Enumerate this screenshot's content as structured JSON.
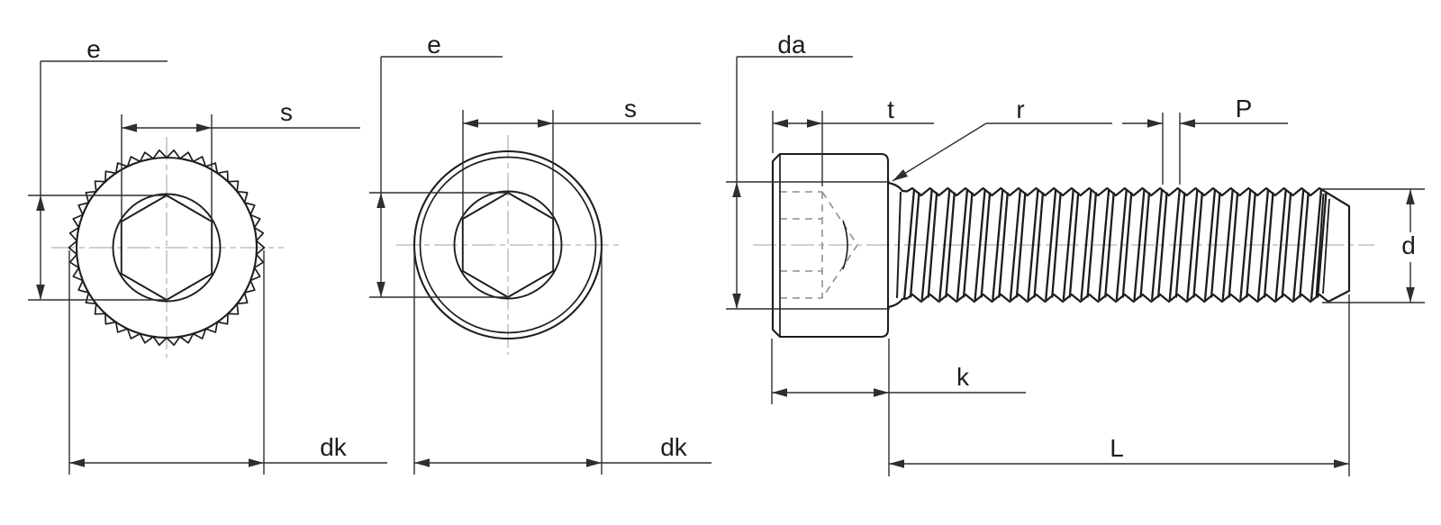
{
  "palette": {
    "background": "#ffffff",
    "outline": "#1d1d1d",
    "dimension": "#2e2e2e",
    "centerline": "#b4b4b4",
    "hidden": "#8f8f8f"
  },
  "views": {
    "knurled_end_view": {
      "e": "e",
      "s": "s",
      "dk": "dk"
    },
    "plain_end_view": {
      "e": "e",
      "s": "s",
      "dk": "dk"
    },
    "side_view": {
      "da": "da",
      "t": "t",
      "r": "r",
      "p": "P",
      "k": "k",
      "l": "L",
      "d": "d"
    }
  }
}
